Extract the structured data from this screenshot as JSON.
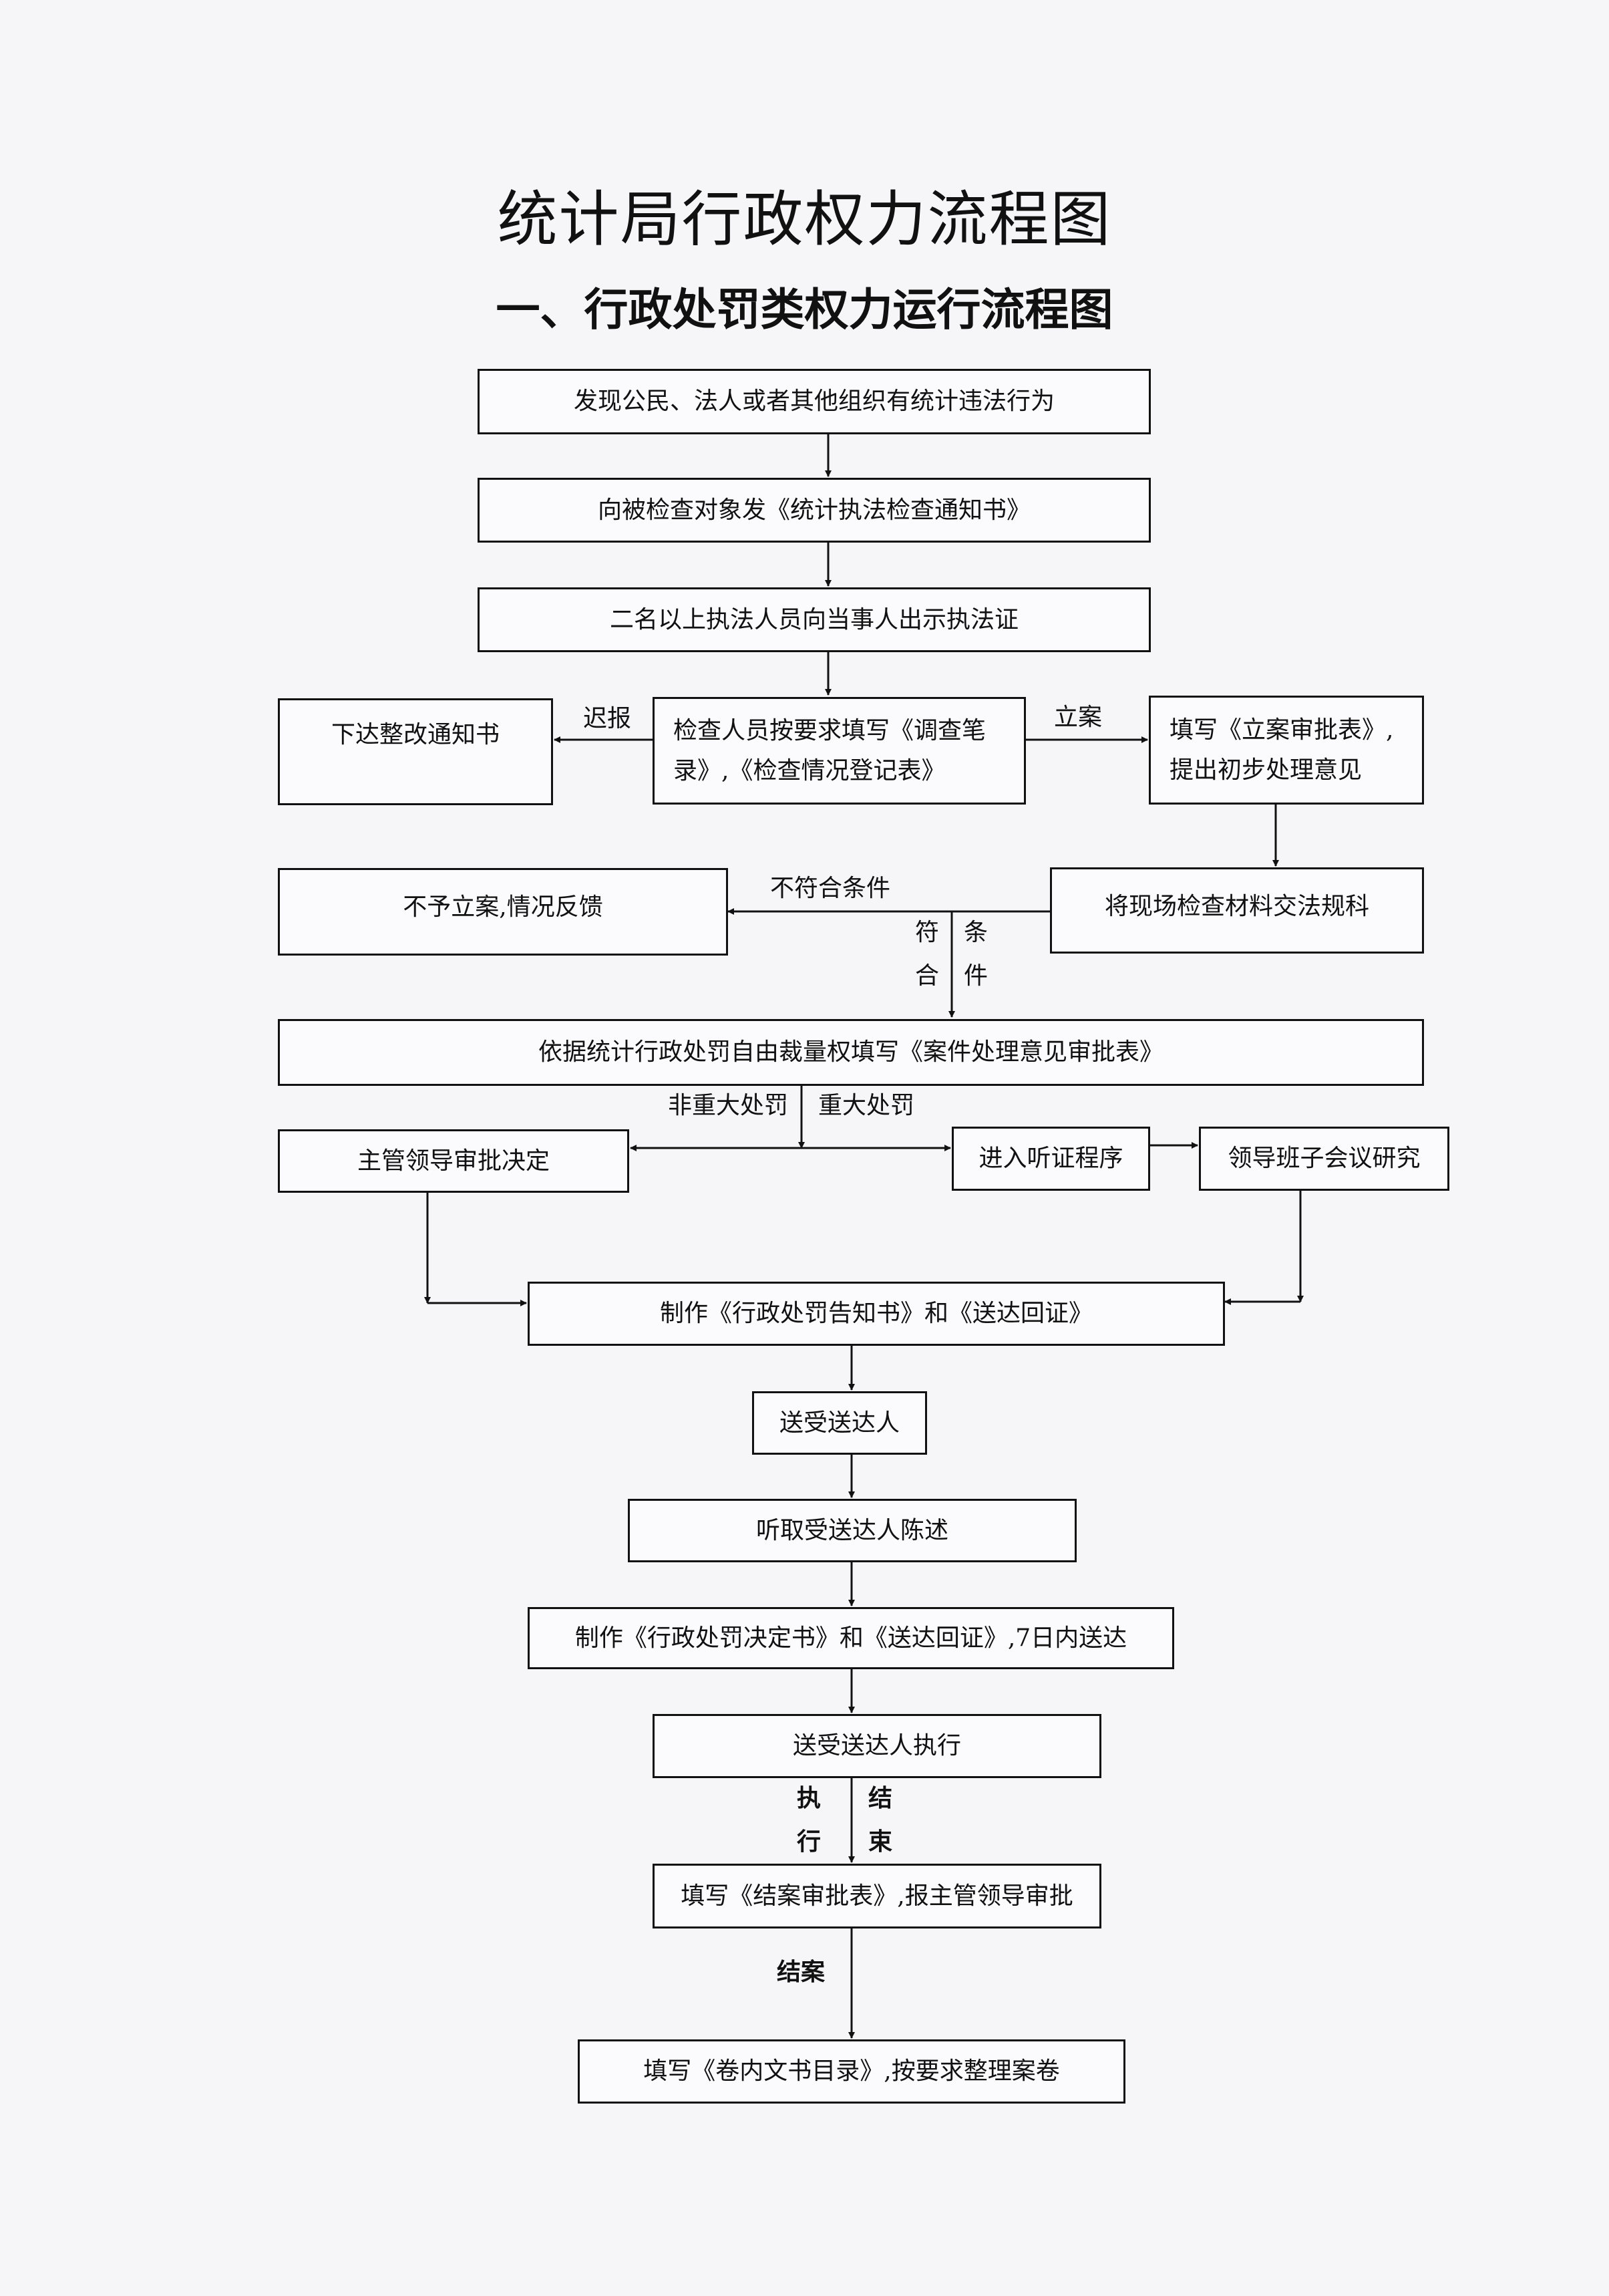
{
  "title": "统计局行政权力流程图",
  "subtitle": "一、行政处罚类权力运行流程图",
  "nodes": {
    "discover": "发现公民、法人或者其他组织有统计违法行为",
    "notice": "向被检查对象发《统计执法检查通知书》",
    "show_cert": "二名以上执法人员向当事人出示执法证",
    "record": "检查人员按要求填写《调查笔录》,《检查情况登记表》",
    "rectify": "下达整改通知书",
    "file_form": "填写《立案审批表》,提出初步处理意见",
    "transfer": "将现场检查材料交法规科",
    "no_case": "不予立案,情况反馈",
    "discretion": "依据统计行政处罚自由裁量权填写《案件处理意见审批表》",
    "leader_approve": "主管领导审批决定",
    "hearing": "进入听证程序",
    "meeting": "领导班子会议研究",
    "notice_doc": "制作《行政处罚告知书》和《送达回证》",
    "deliver": "送受送达人",
    "listen": "听取受送达人陈述",
    "decision_doc": "制作《行政处罚决定书》和《送达回证》,7日内送达",
    "execute": "送受送达人执行",
    "close_form": "填写《结案审批表》,报主管领导审批",
    "archive": "填写《卷内文书目录》,按要求整理案卷"
  },
  "edge_labels": {
    "report_back": "迟报",
    "open_case": "立案",
    "not_qualified": "不符合条件",
    "qualified_1": "符",
    "qualified_2": "合",
    "qualified_3": "条",
    "qualified_4": "件",
    "minor": "非重大处罚",
    "major": "重大处罚",
    "exec_1": "执",
    "exec_2": "行",
    "end_1": "结",
    "end_2": "束",
    "closed": "结案"
  }
}
